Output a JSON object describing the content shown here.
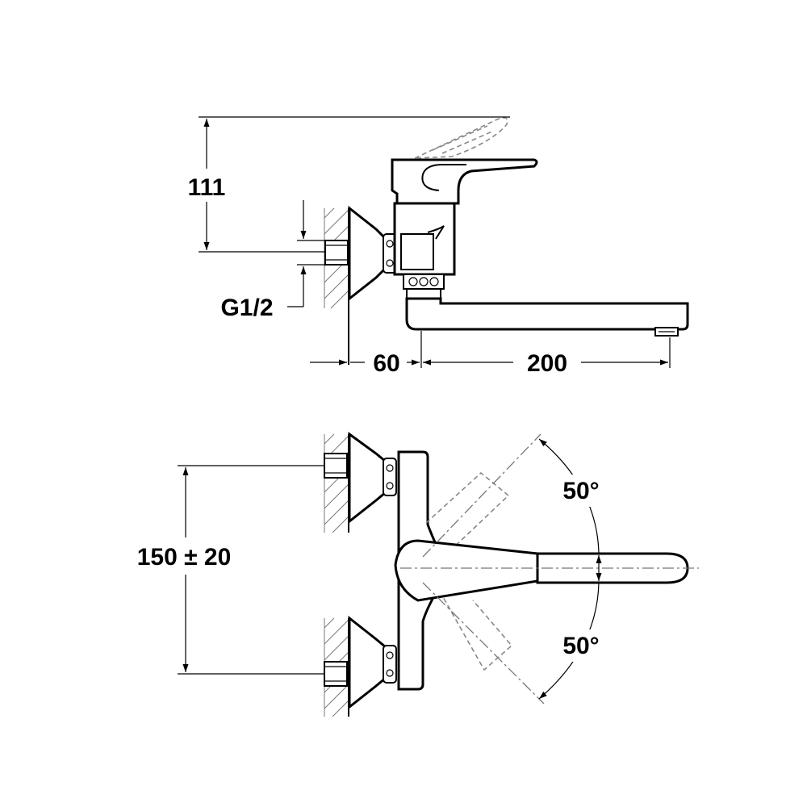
{
  "dimensions": {
    "height_lever": "111",
    "thread": "G1/2",
    "wall_offset": "60",
    "spout_reach": "200",
    "center_distance": "150 ± 20",
    "angle_up": "50°",
    "angle_down": "50°"
  }
}
